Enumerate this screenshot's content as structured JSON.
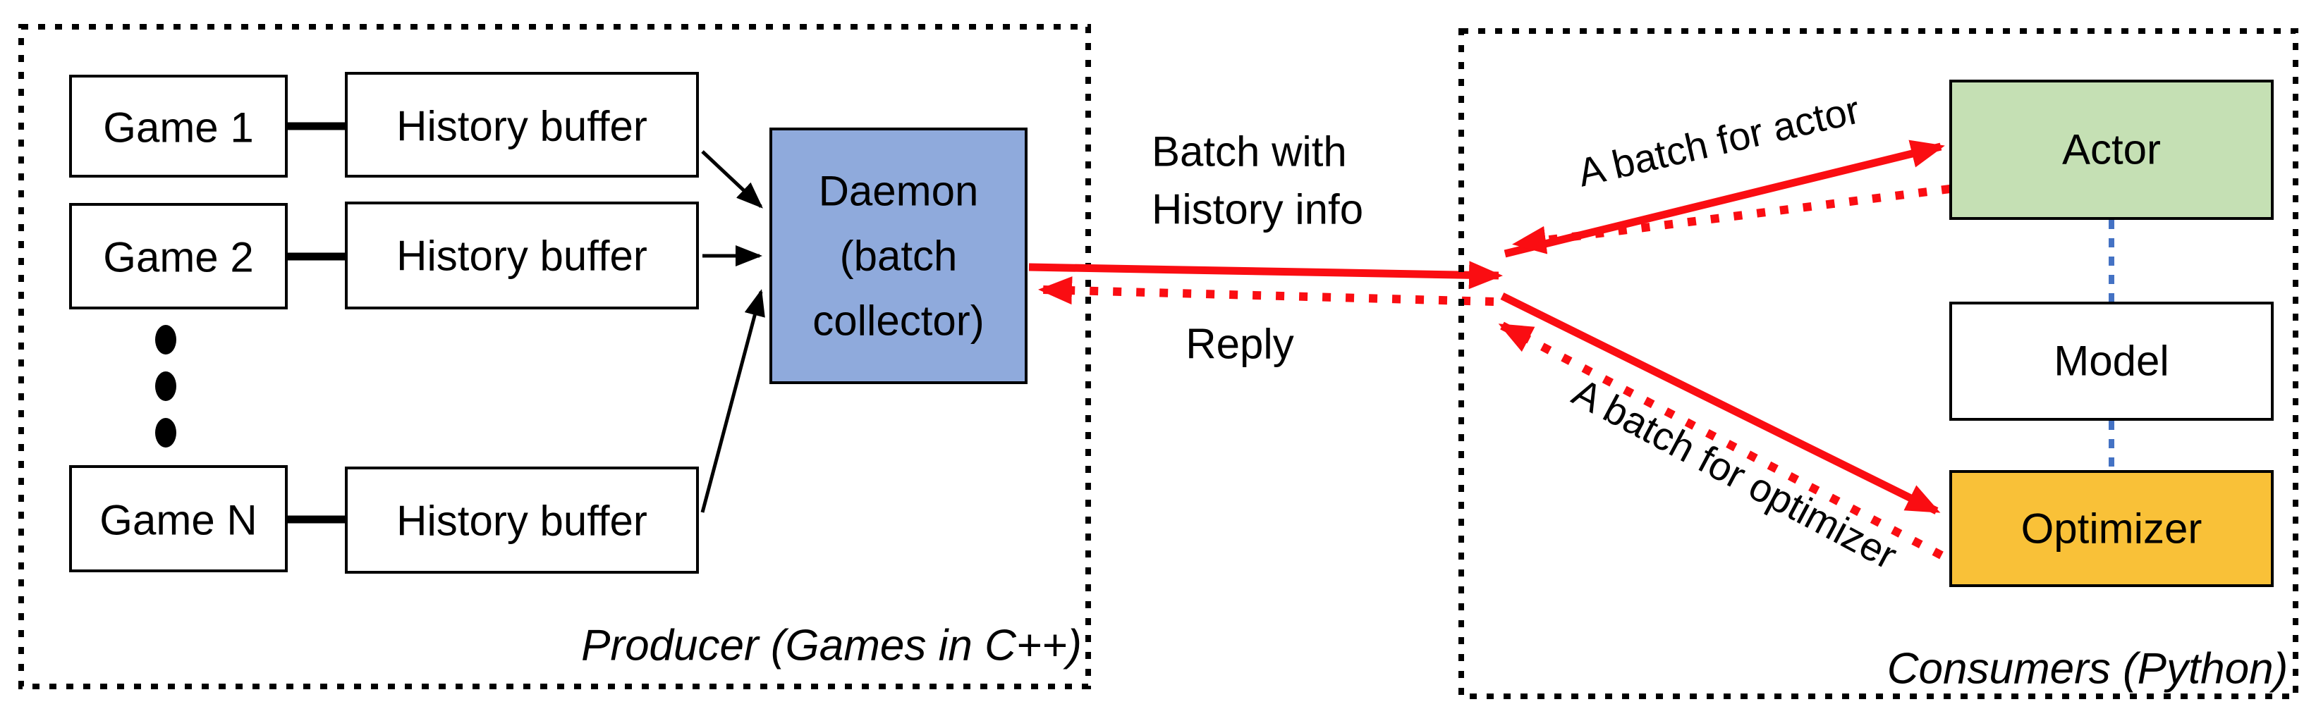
{
  "diagram": {
    "kind": "producer-consumer batching architecture diagram",
    "producer": {
      "title": "Producer (Games in C++)",
      "rows": [
        {
          "game": "Game 1",
          "buffer": "History buffer"
        },
        {
          "game": "Game 2",
          "buffer": "History buffer"
        },
        {
          "game": "Game N",
          "buffer": "History buffer"
        }
      ],
      "ellipsis_dots": 3,
      "daemon": {
        "label": "Daemon (batch collector)",
        "lines": [
          "Daemon",
          "(batch",
          "collector)"
        ]
      }
    },
    "channel": {
      "request_lines": [
        "Batch with",
        "History info"
      ],
      "reply_label": "Reply"
    },
    "consumers": {
      "title": "Consumers (Python)",
      "actor_label": "Actor",
      "model_label": "Model",
      "optimizer_label": "Optimizer",
      "batch_for_actor_label": "A batch for actor",
      "batch_for_optimizer_label": "A batch for optimizer"
    },
    "colors": {
      "daemon_fill": "#8FAADC",
      "actor_fill": "#C5E0B4",
      "model_fill": "#FFFFFF",
      "optimizer_fill": "#F9C138",
      "arrow_red": "#FA0D12",
      "link_blue": "#4472C4",
      "line_black": "#000000"
    }
  }
}
